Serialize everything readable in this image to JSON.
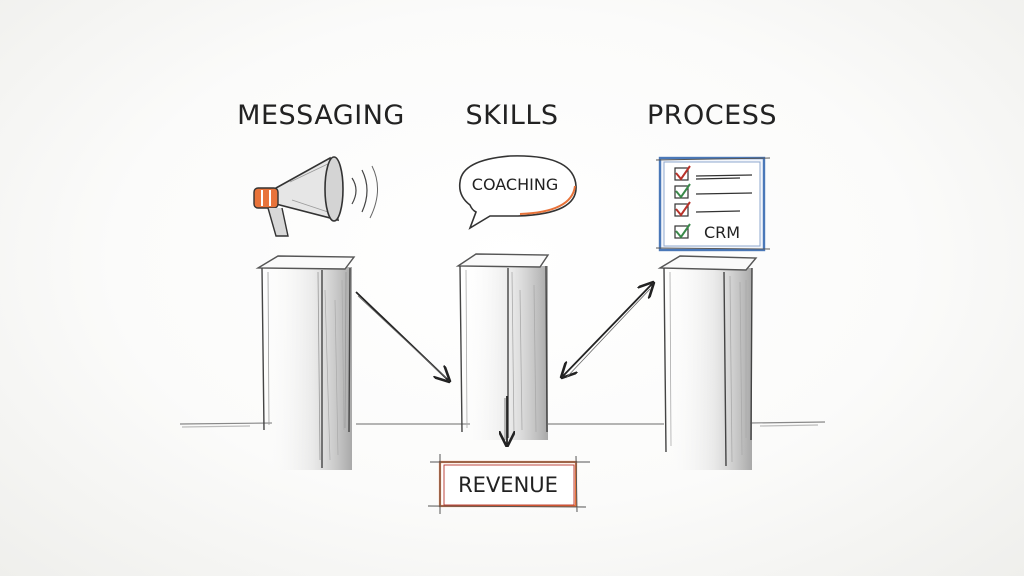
{
  "pillars": [
    {
      "title": "MESSAGING",
      "icon": "megaphone-icon"
    },
    {
      "title": "SKILLS",
      "icon": "speech-bubble-icon",
      "bubble_label": "COACHING"
    },
    {
      "title": "PROCESS",
      "icon": "checklist-icon",
      "checklist_label": "CRM"
    }
  ],
  "outcome": {
    "label": "REVENUE"
  },
  "colors": {
    "accent_orange": "#e8733a",
    "check_green": "#3a8a4a",
    "check_red": "#b8322a",
    "board_blue": "#4a78b8",
    "ink": "#222222"
  }
}
